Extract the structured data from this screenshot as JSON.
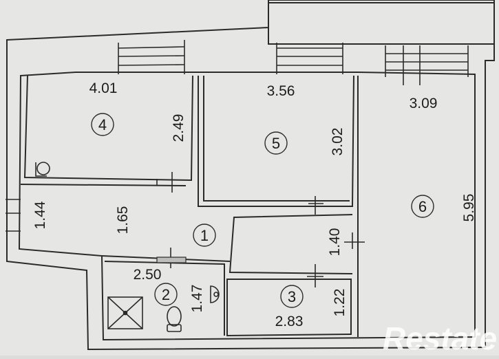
{
  "rooms": [
    {
      "number": "1"
    },
    {
      "number": "2"
    },
    {
      "number": "3"
    },
    {
      "number": "4"
    },
    {
      "number": "5"
    },
    {
      "number": "6"
    }
  ],
  "dimensions": {
    "room4_width": "4.01",
    "room4_height": "2.49",
    "room5_width": "3.56",
    "room5_height": "3.02",
    "room6_width": "3.09",
    "room6_height": "5.95",
    "hall_left_height": "1.44",
    "hall_mid_height": "1.65",
    "hall_right_height": "1.40",
    "room2_width": "2.50",
    "room2_height": "1.47",
    "room3_width": "2.83",
    "room3_height": "1.22"
  },
  "watermark": {
    "text": "Restate"
  },
  "colors": {
    "paper": "#e7e7e5",
    "ink": "#2a2a2a",
    "background": "#dcdcda"
  }
}
